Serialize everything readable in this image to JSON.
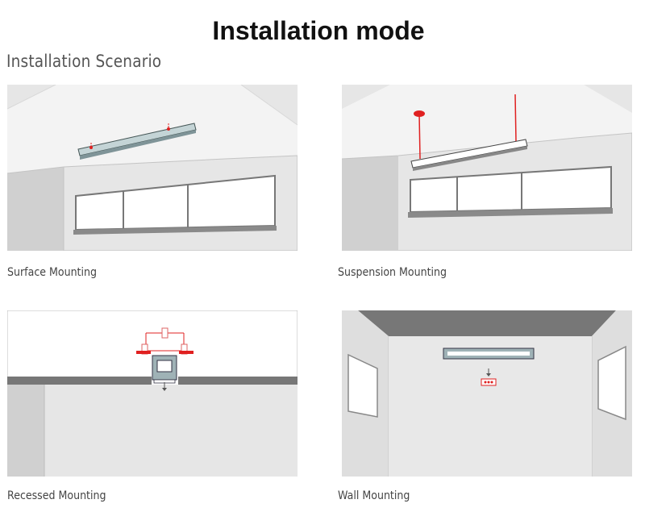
{
  "title": "Installation mode",
  "section_title": "Installation Scenario",
  "panels": [
    {
      "caption": "Surface Mounting"
    },
    {
      "caption": "Suspension Mounting"
    },
    {
      "caption": "Recessed Mounting"
    },
    {
      "caption": "Wall Mounting"
    }
  ],
  "colors": {
    "wall": "#e4e4e4",
    "ceiling": "#f2f2f2",
    "shadow_wall": "#cfcfcf",
    "dark": "#777777",
    "accent_red": "#e02020",
    "fixture": "#9fb2b6",
    "window": "#ffffff"
  }
}
